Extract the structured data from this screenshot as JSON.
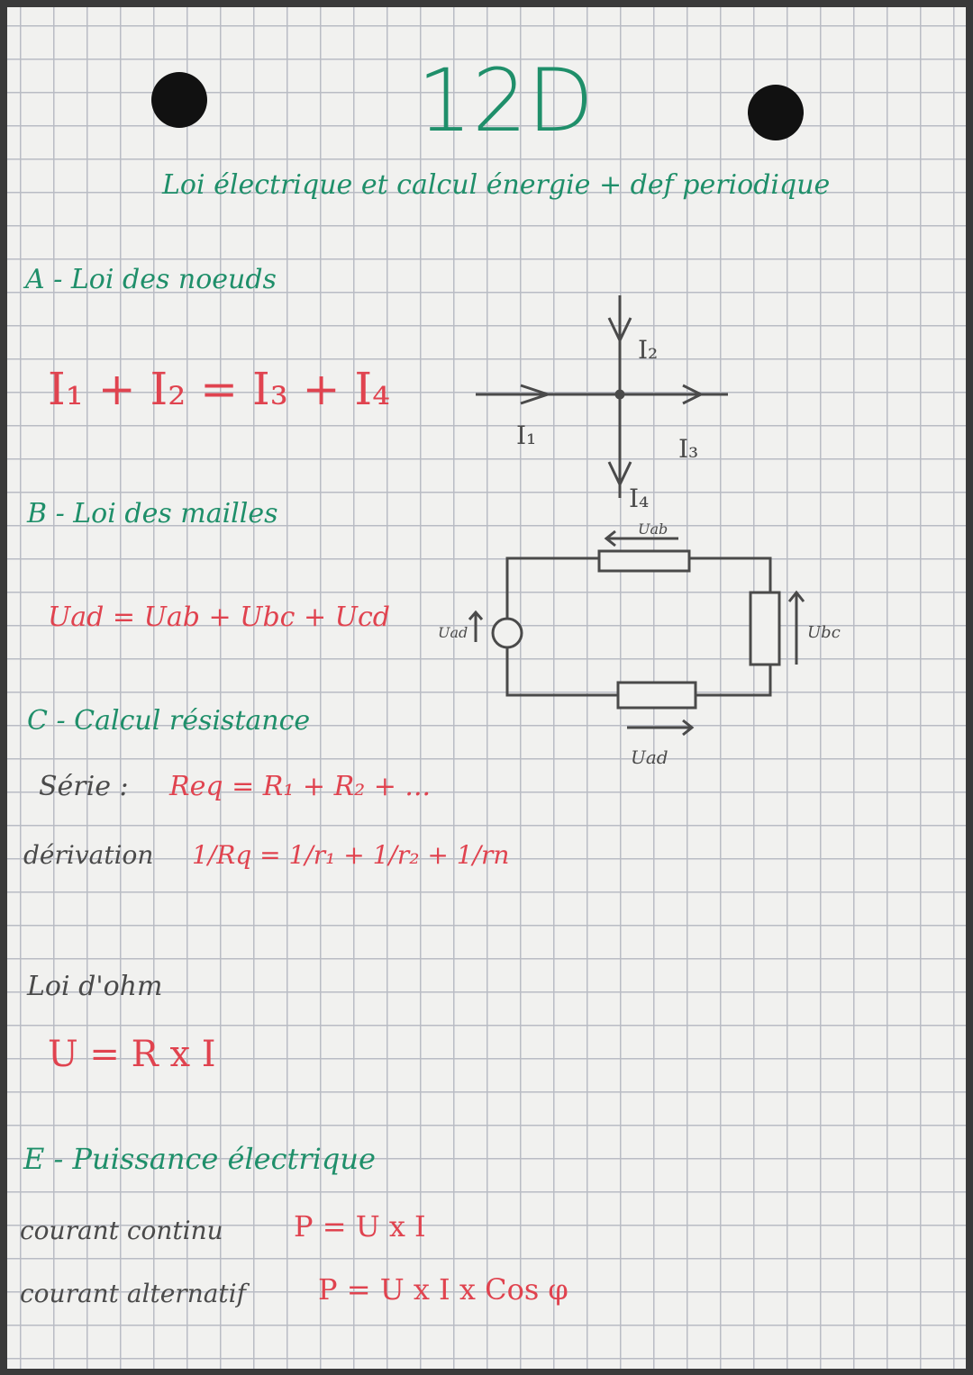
{
  "title": "12D",
  "subtitle": "Loi électrique et calcul énergie + def periodique",
  "sections": {
    "a": {
      "heading": "A - Loi des noeuds",
      "formula": "I₁ + I₂ = I₃ + I₄"
    },
    "b": {
      "heading": "B - Loi des mailles",
      "formula": "Uad = Uab + Ubc + Ucd"
    },
    "c": {
      "heading": "C - Calcul résistance",
      "serie_label": "Série :",
      "serie_formula": "Req = R₁ + R₂ + ...",
      "derivation_label": "dérivation",
      "derivation_formula": "1/Rq = 1/r₁ + 1/r₂ + 1/rn"
    },
    "d": {
      "heading": "Loi d'ohm",
      "formula": "U = R x I"
    },
    "e": {
      "heading": "E - Puissance électrique",
      "continu_label": "courant continu",
      "continu_formula": "P = U x I",
      "alternatif_label": "courant alternatif",
      "alternatif_formula": "P = U x I x Cos φ"
    }
  },
  "diagram": {
    "node_labels": {
      "i2": "I₂",
      "i1": "I₁",
      "i3": "I₃",
      "i4": "I₄"
    },
    "circuit_labels": {
      "uab": "Uab",
      "ubc": "Ubc",
      "uad_source": "Uad",
      "uad_bottom": "Uad"
    }
  },
  "colors": {
    "title": "#1f8f6a",
    "text": "#4a4a4a",
    "formula": "#e0434f",
    "grid": "#b9bcc4"
  }
}
